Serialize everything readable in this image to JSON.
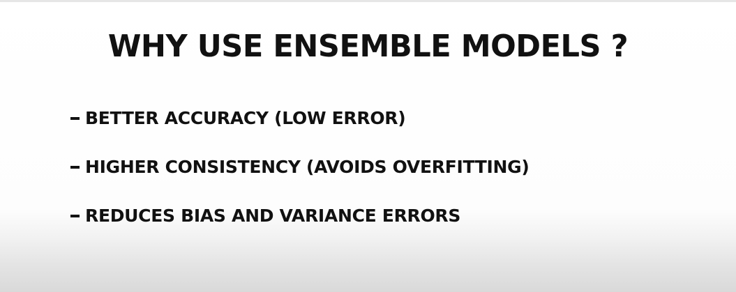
{
  "slide": {
    "title": "WHY USE ENSEMBLE MODELS ?",
    "bullets": [
      {
        "dash": "-",
        "text": "BETTER ACCURACY (LOW ERROR)"
      },
      {
        "dash": "-",
        "text": "HIGHER CONSISTENCY (AVOIDS OVERFITTING)"
      },
      {
        "dash": "-",
        "text": "REDUCES BIAS AND VARIANCE ERRORS"
      }
    ]
  }
}
